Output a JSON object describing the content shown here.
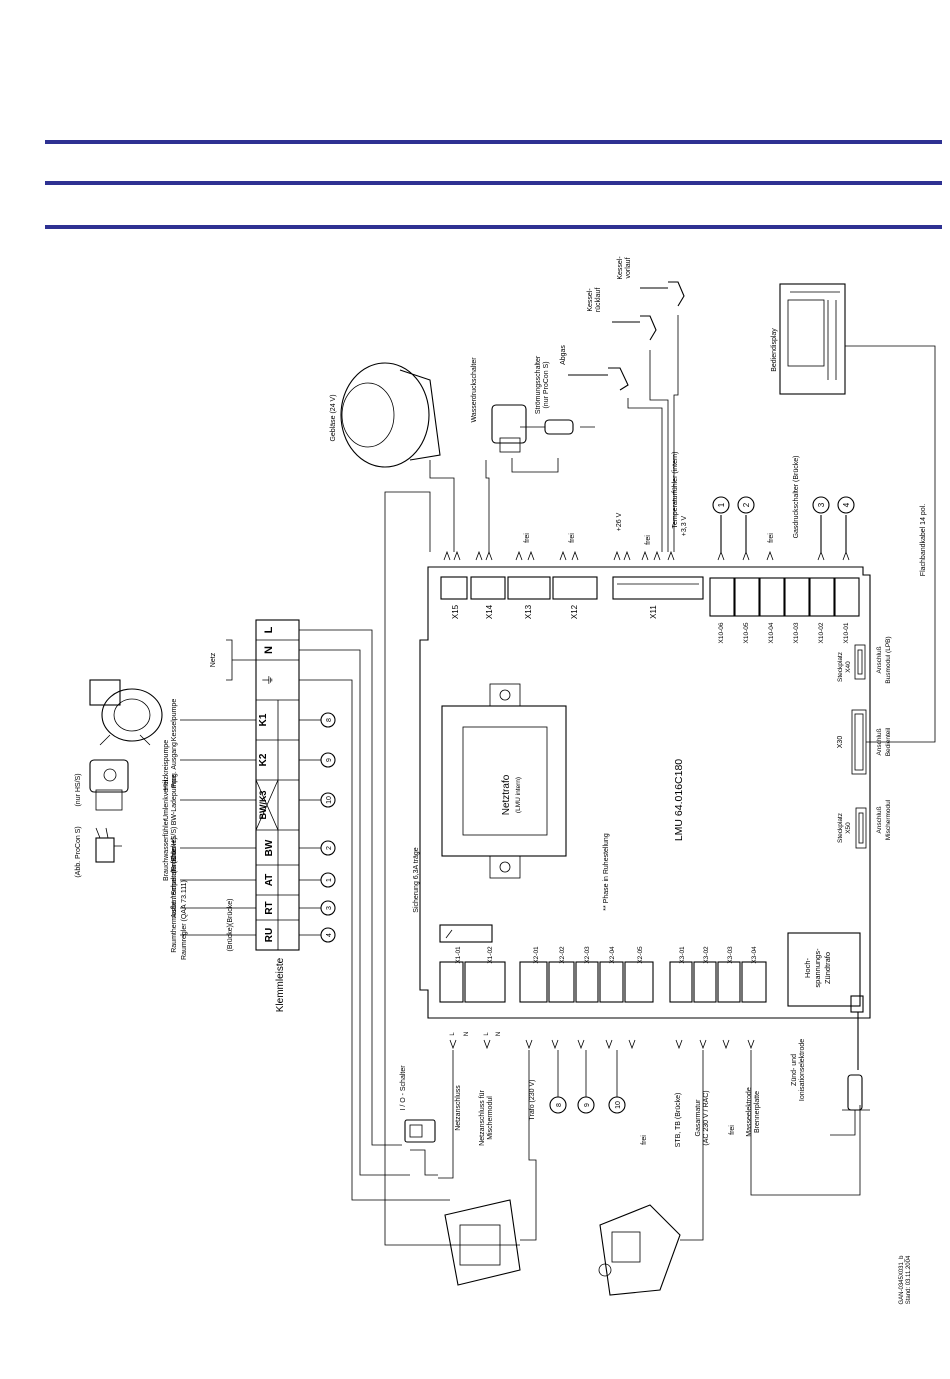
{
  "page": {
    "rules": [
      "top",
      "middle",
      "bottom"
    ]
  },
  "board": {
    "name": "LMU 64.016C180",
    "transformer_title": "Netztrafo",
    "transformer_sub": "(LMU intern)",
    "fuse": "Sicherung 6,3A träge",
    "phase_note": "** Phase in Ruhestellung",
    "hv_igniter": [
      "Hoch-",
      "spannungs-",
      "Zündtrafo"
    ],
    "slot_x40": [
      "Steckplatz",
      "X40"
    ],
    "slot_x50": [
      "Steckplatz",
      "X50"
    ],
    "busmodule": [
      "Anschluß",
      "Busmodul (LPB)"
    ],
    "control_panel_conn": [
      "Anschluß",
      "Bedienteil"
    ],
    "mixer_module": [
      "Anschluß",
      "Mischermodul"
    ],
    "x30": "X30"
  },
  "top_connectors": {
    "labels": [
      "X15",
      "X14",
      "X13",
      "X12",
      "X11"
    ],
    "frei_1": "frei",
    "frei_2": "frei",
    "frei_3": "frei",
    "v26": "+26 V",
    "v33": "+3,3 V",
    "temp_sensor": "Temperaturfühler (intern)"
  },
  "x10": {
    "labels": [
      "X10-06",
      "X10-05",
      "X10-04",
      "X10-03",
      "X10-02",
      "X10-01"
    ],
    "circles": [
      "1",
      "2",
      "3",
      "4"
    ],
    "frei": "frei",
    "gas_switch": "Gasdruckschalter (Brücke)"
  },
  "x1x2x3": {
    "x1": [
      "X1-01",
      "X1-02"
    ],
    "x2": [
      "X2-01",
      "X2-02",
      "X2-03",
      "X2-04",
      "X2-05"
    ],
    "x3": [
      "X3-01",
      "X3-02",
      "X3-03",
      "X3-04"
    ]
  },
  "terminal_strip": {
    "title": "Klemmleiste",
    "net": "Netz",
    "cells": [
      "L",
      "N",
      "⏚",
      "K1",
      "K2",
      "BW/K3",
      "BW",
      "AT",
      "RT",
      "RU"
    ],
    "circle_numbers": [
      "8",
      "9",
      "10",
      "2",
      "1",
      "3",
      "4"
    ]
  },
  "left_labels": {
    "kesselpumpe": "Kesselpumpe",
    "heizkreispumpe": "Heizkreispumpe",
    "prog_ausgang": "Prog. Ausgang",
    "umlenkventil": "Umlenkventil",
    "bw_ladepumpe": "BW-Ladepumpe",
    "nur_hss": "(nur HS/S)",
    "brauchwasser": "Brauchwasserfühler",
    "procon": "(ProCon HS/S)",
    "abb_procon": "(Abb. ProCon S)",
    "aussenfuehler": "Außentemperaturfühler",
    "raumthermostat": "Raumthermostat / Schaltuhr (Brücke)",
    "brucke": "(Brücke)(Brücke)",
    "raumregler": "Raumregler (QAA 73.111)"
  },
  "right_labels": {
    "geblaese": "Gebläse (24 V)",
    "wasserdruck": "Wasserdruckschalter",
    "stroemung": "Strömungsschalter",
    "nur_procon": "(nur ProCon S)",
    "abgas": "Abgas",
    "kesselruecklauf": [
      "Kessel-",
      "rücklauf"
    ],
    "kesselvorlauf": [
      "Kessel-",
      "vorlauf"
    ],
    "bediendisplay": "Bediendisplay",
    "flachbandkabel": "Flachbandkabel 14 pol."
  },
  "bottom_labels": {
    "schalter": "I / O - Schalter",
    "netzanschluss": "Netzanschluss",
    "netz_mischer": [
      "Netzanschluss für",
      "Mischermodul"
    ],
    "trafo": "Trafo (230 V)",
    "circles": [
      "8",
      "9",
      "10"
    ],
    "frei": "frei",
    "stb": "STB, TB (Brücke)",
    "gasarmatur": [
      "Gasarmatur",
      "(AC 230 V / RAC)"
    ],
    "frei_2": "frei",
    "masse": [
      "Masseelektrode",
      "Brennerplatte"
    ],
    "zuend": [
      "Zünd- und",
      "Ionisationselektrode"
    ],
    "pin_ln": [
      "L",
      "N",
      "L",
      "N"
    ],
    "footnote": [
      "GAN-0345X031_b",
      "Stand: 03.11.2004"
    ]
  }
}
